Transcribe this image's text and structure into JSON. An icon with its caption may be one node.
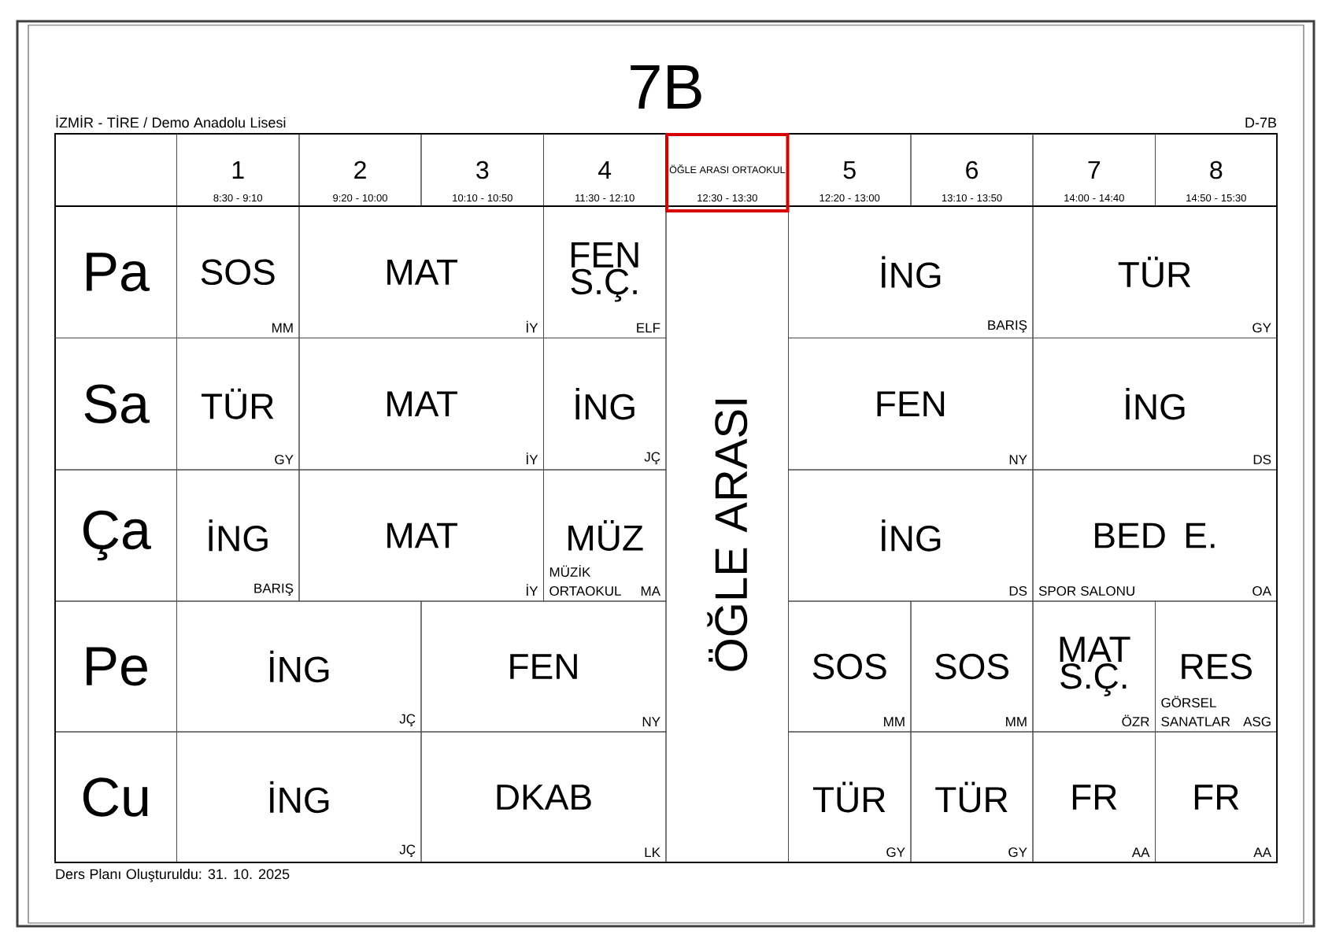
{
  "diagram": {
    "title": "7B",
    "labels": [
      "İZMİR - TİRE / Demo Anadolu Lisesi",
      "D-7B",
      "1",
      "8:30 - 9:10",
      "2",
      "9:20 - 10:00",
      "3",
      "10:10 - 10:50",
      "4",
      "11:30 - 12:10",
      "ÖĞLE ARASI ORTAOKUL",
      "12:30 - 13:30",
      "5",
      "12:20 - 13:00",
      "6",
      "13:10 - 13:50",
      "7",
      "14:00 - 14:40",
      "8",
      "14:50 - 15:30",
      "Pa",
      "SOS",
      "MM",
      "MAT",
      "İY",
      "FEN S.Ç.",
      "ELF",
      "ÖĞLE ARASI",
      "İNG",
      "BARIŞ",
      "TÜR",
      "GY",
      "Sa",
      "TÜR",
      "GY",
      "MAT",
      "İY",
      "İNG",
      "JÇ",
      "FEN",
      "NY",
      "İNG",
      "DS",
      "Ça",
      "İNG",
      "BARIŞ",
      "MAT",
      "İY",
      "MÜZ",
      "MÜZİK ORTAOKUL",
      "MA",
      "İNG",
      "DS",
      "BED E.",
      "SPOR SALONU",
      "OA",
      "Pe",
      "İNG",
      "JÇ",
      "FEN",
      "NY",
      "SOS",
      "MM",
      "SOS",
      "MM",
      "MAT S.Ç.",
      "ÖZR",
      "RES",
      "GÖRSEL SANATLAR",
      "ASG",
      "Cu",
      "İNG",
      "JÇ",
      "DKAB",
      "LK",
      "TÜR",
      "GY",
      "TÜR",
      "GY",
      "FR",
      "AA",
      "FR",
      "AA",
      "Ders Planı Oluşturuldu: 31. 10. 2025"
    ]
  }
}
